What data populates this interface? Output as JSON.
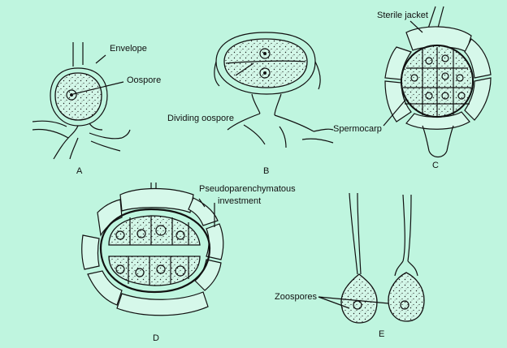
{
  "labels": {
    "envelope": "Envelope",
    "oospore": "Oospore",
    "dividing_oospore": "Dividing oospore",
    "sterile_jacket": "Sterile jacket",
    "spermocarp": "Spermocarp",
    "pseudo_line1": "Pseudoparenchymatous",
    "pseudo_line2": "investment",
    "zoospores": "Zoospores"
  },
  "panels": {
    "a": "A",
    "b": "B",
    "c": "C",
    "d": "D",
    "e": "E"
  },
  "colors": {
    "background": "#bff5df",
    "ink": "#111111",
    "cell_fill": "#d6f8ea"
  }
}
